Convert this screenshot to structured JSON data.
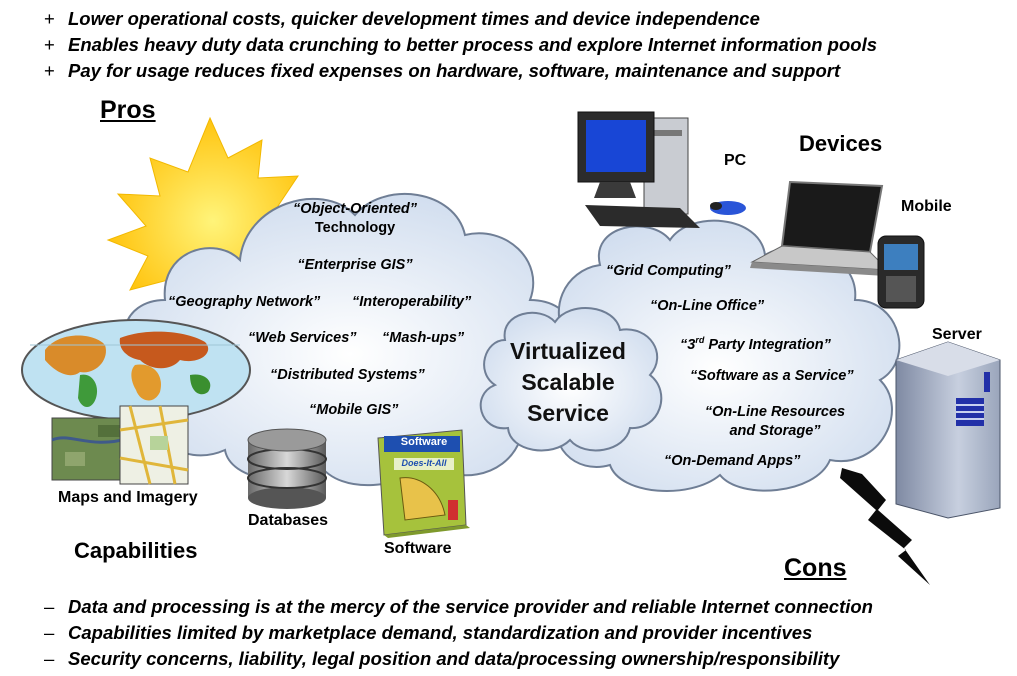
{
  "pros": {
    "heading": "Pros",
    "items": [
      {
        "mark": "+",
        "text": "Lower operational costs, quicker development times and device independence"
      },
      {
        "mark": "+",
        "text": "Enables heavy duty data crunching to better process and explore Internet information pools"
      },
      {
        "mark": "+",
        "text": "Pay for usage reduces fixed expenses on hardware, software, maintenance and support"
      }
    ]
  },
  "cons": {
    "heading": "Cons",
    "items": [
      {
        "mark": "–",
        "text": "Data and processing is at the mercy of the service provider and reliable Internet connection"
      },
      {
        "mark": "–",
        "text": "Capabilities limited by marketplace demand, standardization and provider incentives"
      },
      {
        "mark": "–",
        "text": "Security concerns, liability, legal position and data/processing ownership/responsibility"
      }
    ]
  },
  "left_cloud": {
    "object_oriented_1": "“Object-Oriented”",
    "object_oriented_2": "Technology",
    "enterprise_gis": "“Enterprise GIS”",
    "geography_network": "“Geography Network”",
    "interoperability": "“Interoperability”",
    "web_services": "“Web Services”",
    "mash_ups": "“Mash-ups”",
    "distributed_systems": "“Distributed Systems”",
    "mobile_gis": "“Mobile GIS”"
  },
  "center": {
    "line1": "Virtualized",
    "line2": "Scalable",
    "line3": "Service"
  },
  "right_cloud": {
    "grid_computing": "“Grid Computing”",
    "online_office": "“On-Line  Office”",
    "third_party_pre": "“3",
    "third_party_sup": "rd",
    "third_party_post": " Party Integration”",
    "saas": "“Software as a Service”",
    "online_resources_1": "“On-Line Resources",
    "online_resources_2": "and Storage”",
    "on_demand": "“On-Demand Apps”"
  },
  "labels": {
    "devices": "Devices",
    "pc": "PC",
    "mobile": "Mobile",
    "server": "Server",
    "maps": "Maps and Imagery",
    "databases": "Databases",
    "software": "Software",
    "capabilities": "Capabilities",
    "box_software": "Software",
    "box_does": "Does-It-All"
  },
  "colors": {
    "sun": "#ffd21a",
    "cloud_fill": "#e4ecf6",
    "cloud_stroke": "#6f7e95",
    "screen_blue": "#1846d6",
    "box_green": "#a6c23c"
  }
}
